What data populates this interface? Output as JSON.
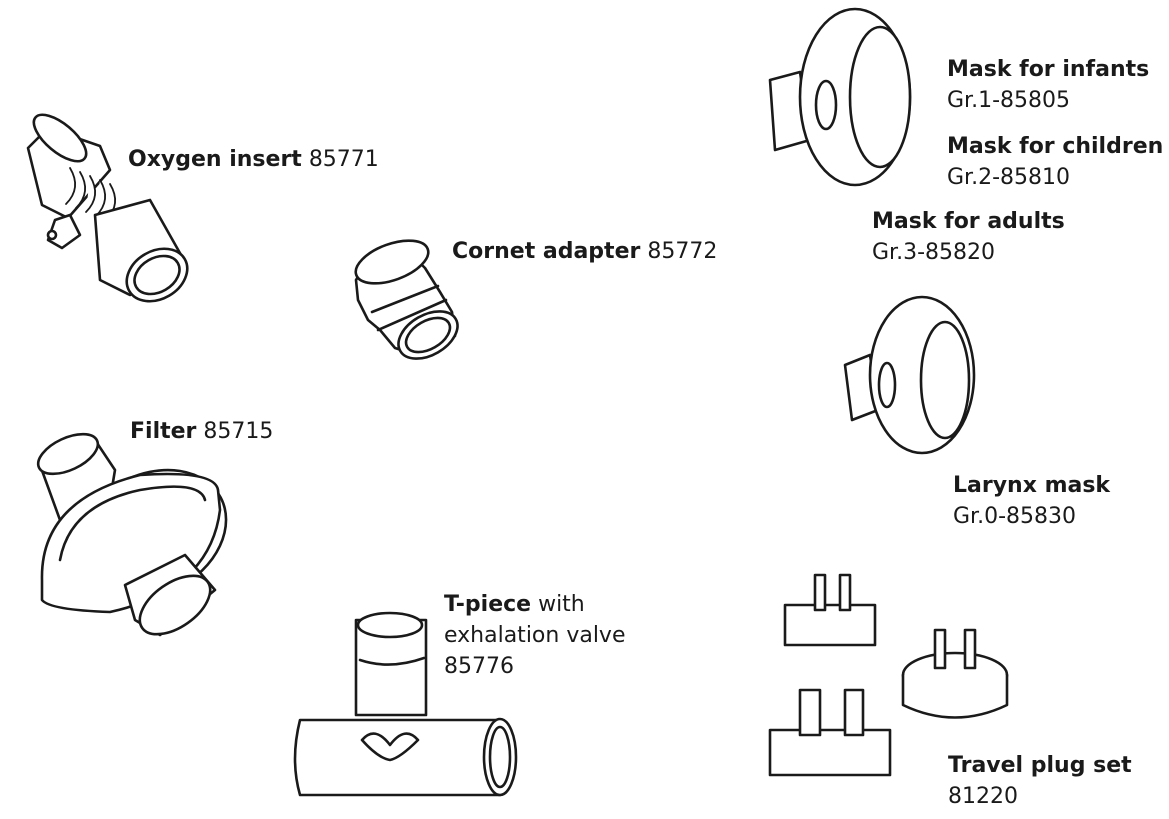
{
  "labels": {
    "oxygen_insert": {
      "name": "Oxygen insert",
      "code": "85771"
    },
    "cornet_adapter": {
      "name": "Cornet adapter",
      "code": "85772"
    },
    "filter": {
      "name": "Filter",
      "code": "85715"
    },
    "t_piece": {
      "name": "T-piece",
      "suffix": "with",
      "line2": "exhalation valve",
      "code": "85776"
    },
    "mask_infants": {
      "name": "Mask for infants",
      "code": "Gr.1-85805"
    },
    "mask_children": {
      "name": "Mask for children",
      "code": "Gr.2-85810"
    },
    "mask_adults": {
      "name": "Mask for adults",
      "code": "Gr.3-85820"
    },
    "larynx_mask": {
      "name": "Larynx mask",
      "code": "Gr.0-85830"
    },
    "travel_plug_set": {
      "name": "Travel plug set",
      "code": "81220"
    }
  },
  "colors": {
    "ink": "#1a1a1a",
    "background": "#ffffff"
  }
}
